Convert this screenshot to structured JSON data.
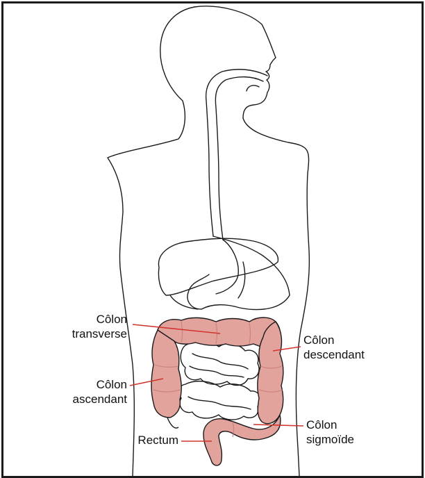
{
  "labels": {
    "transverse": {
      "line1": "Côlon",
      "line2": "transverse"
    },
    "ascending": {
      "line1": "Côlon",
      "line2": "ascendant"
    },
    "descending": {
      "line1": "Côlon",
      "line2": "descendant"
    },
    "sigmoid": {
      "line1": "Côlon",
      "line2": "sigmoïde"
    },
    "rectum": {
      "line1": "Rectum"
    }
  },
  "colors": {
    "colon_fill": "#e3a39d",
    "colon_shade": "#c97f79",
    "pointer": "#d0342c",
    "outline": "#1a1a1a"
  }
}
